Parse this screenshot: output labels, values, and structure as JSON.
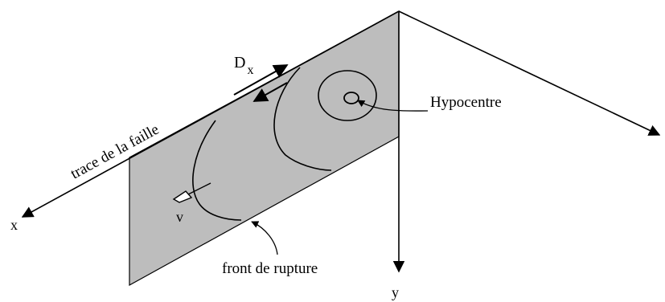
{
  "labels": {
    "fault_trace": "trace de la faille",
    "slip": "D",
    "slip_subscript": "x",
    "hypocentre": "Hypocentre",
    "velocity": "v",
    "rupture_front": "front de rupture",
    "x_axis": "x",
    "y_axis": "y"
  },
  "colors": {
    "fault_plane": "#bdbdbd",
    "ink": "#000000",
    "background": "#ffffff"
  }
}
